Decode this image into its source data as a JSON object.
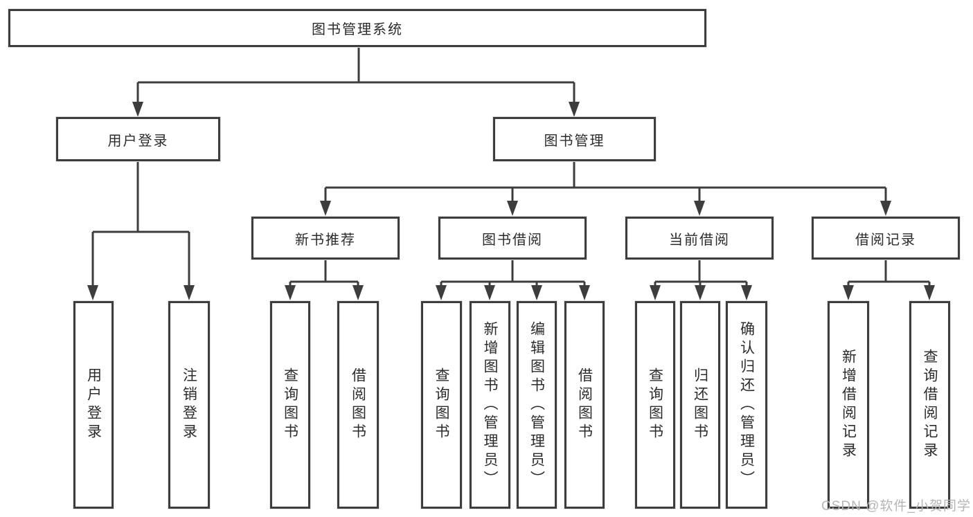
{
  "diagram": {
    "root": {
      "label": "图书管理系统"
    },
    "level2": {
      "user_login": {
        "label": "用户登录"
      },
      "book_mgmt": {
        "label": "图书管理"
      }
    },
    "level3": {
      "new_book": {
        "label": "新书推荐"
      },
      "book_borrow": {
        "label": "图书借阅"
      },
      "current_borrow": {
        "label": "当前借阅"
      },
      "borrow_record": {
        "label": "借阅记录"
      }
    },
    "leaves": {
      "user_login": {
        "label": "用户登录"
      },
      "logout": {
        "label": "注销登录"
      },
      "nb_query": {
        "label": "查询图书"
      },
      "nb_borrow": {
        "label": "借阅图书"
      },
      "bb_query": {
        "label": "查询图书"
      },
      "bb_add": {
        "label": "新增图书（管理员）"
      },
      "bb_edit": {
        "label": "编辑图书（管理员）"
      },
      "bb_borrow": {
        "label": "借阅图书"
      },
      "cb_query": {
        "label": "查询图书"
      },
      "cb_return": {
        "label": "归还图书"
      },
      "cb_confirm": {
        "label": "确认归还（管理员）"
      },
      "br_add": {
        "label": "新增借阅记录"
      },
      "br_query": {
        "label": "查询借阅记录"
      }
    },
    "watermark": "CSDN @软件_小贺同学",
    "colors": {
      "line": "#3d3d3d",
      "text": "#2b2b2b",
      "watermark": "#b5b5b5",
      "background": "#ffffff"
    }
  }
}
